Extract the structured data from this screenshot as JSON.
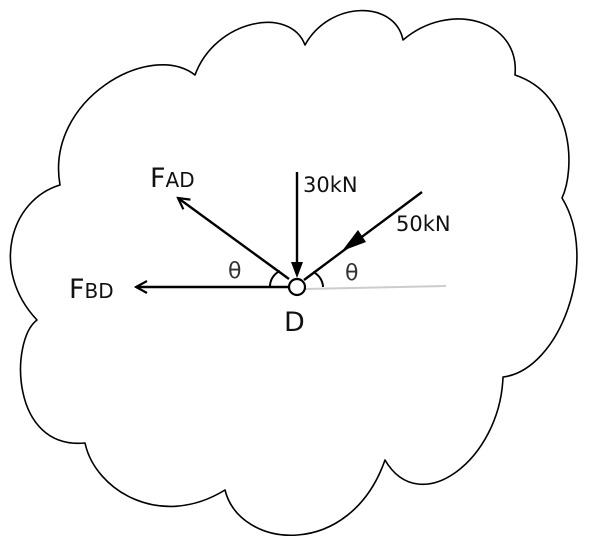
{
  "node": {
    "label": "D"
  },
  "forces": {
    "fad": {
      "main": "F",
      "sub": "AD"
    },
    "fbd": {
      "main": "F",
      "sub": "BD"
    },
    "vertical_load": {
      "label": "30kN"
    },
    "inclined_load": {
      "label": "50kN"
    }
  },
  "angles": {
    "left": "θ",
    "right": "θ"
  },
  "colors": {
    "line": "#000000",
    "reference": "#cccccc"
  }
}
